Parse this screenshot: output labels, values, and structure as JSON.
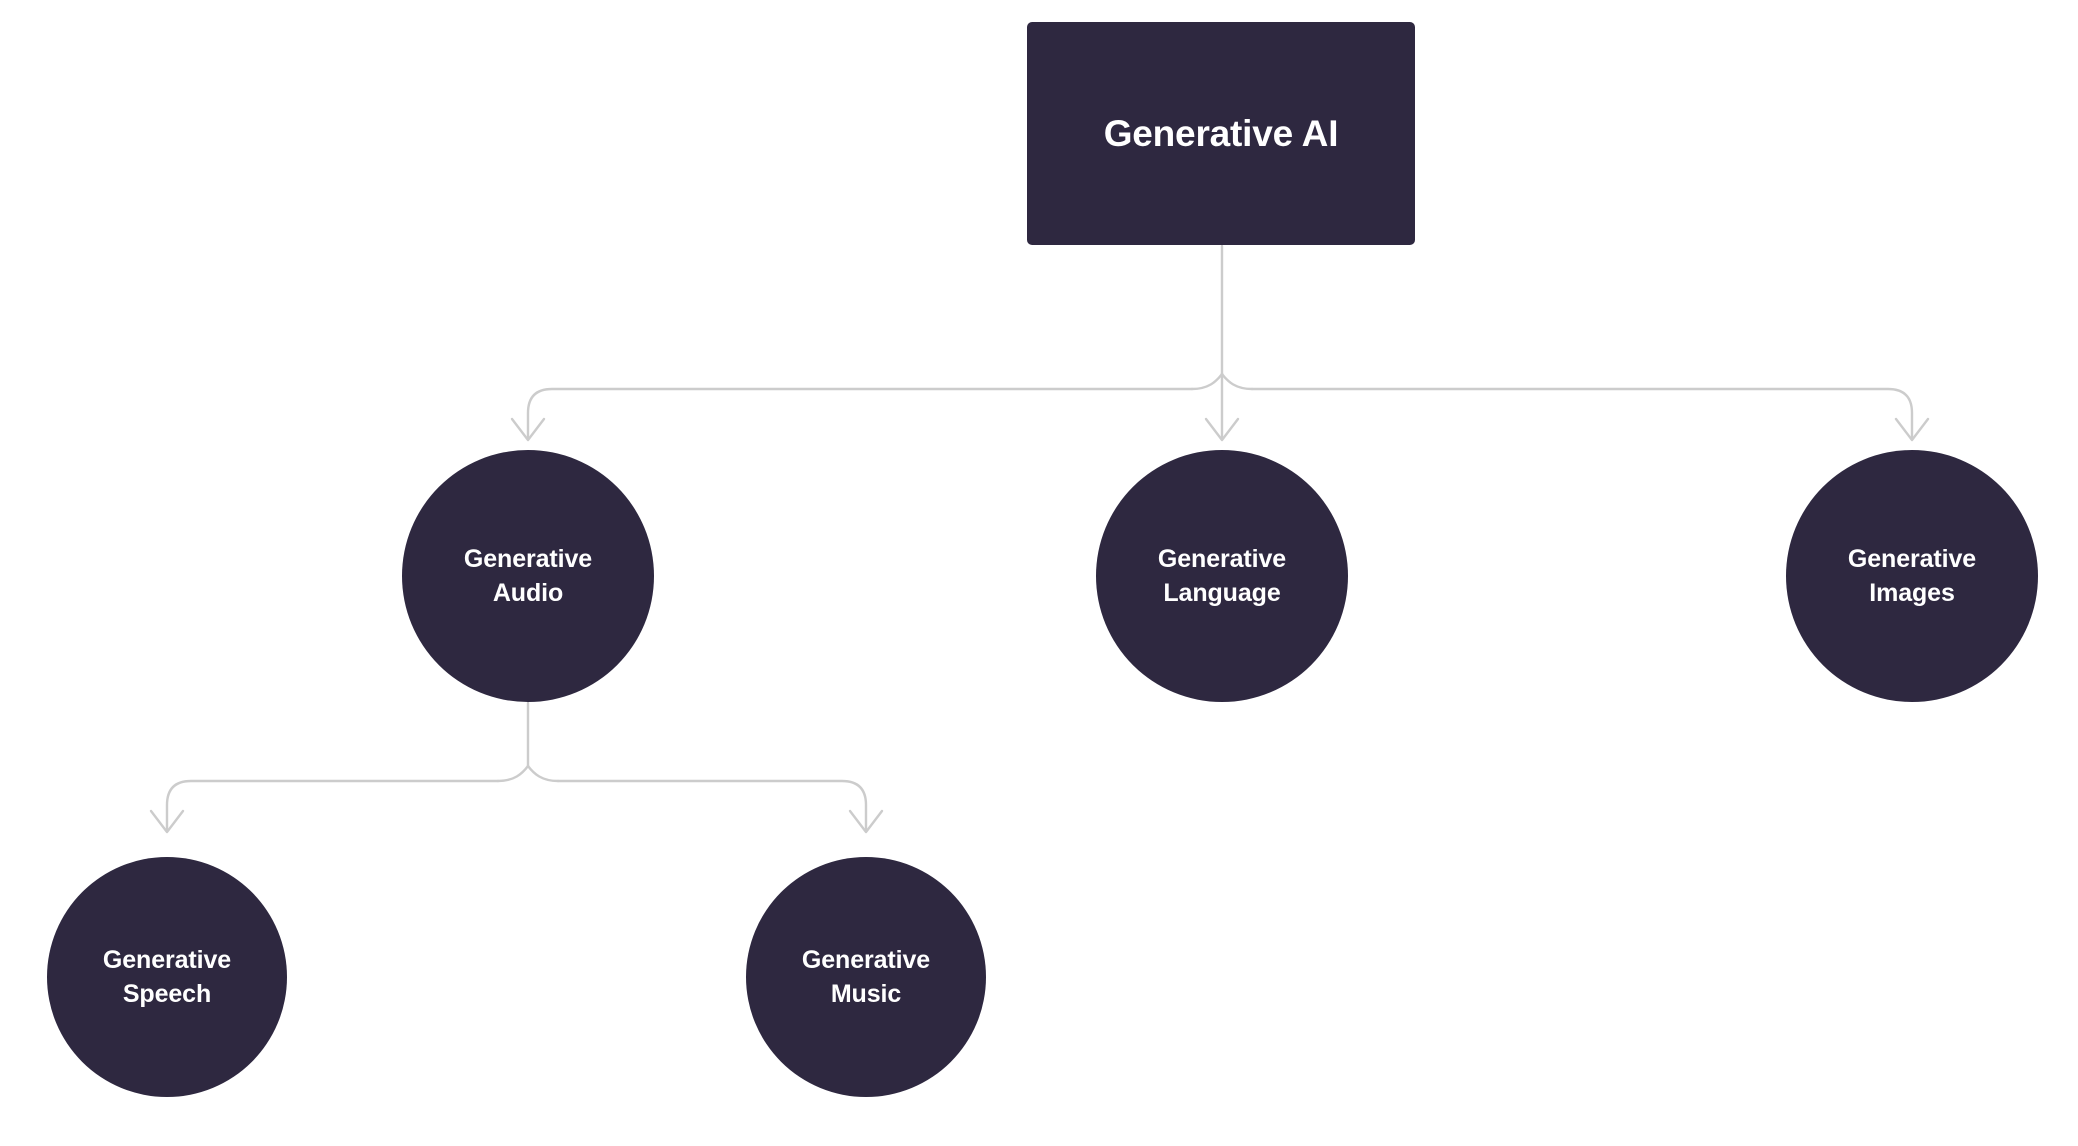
{
  "diagram": {
    "title": "Generative AI",
    "background_color": "#ffffff",
    "node_color": "#2e2840",
    "node_text_color": "#ffffff",
    "edge_color": "#cccccc",
    "root": {
      "label": "Generative AI",
      "shape": "rounded-rectangle"
    },
    "level1": [
      {
        "label": "Generative\nAudio",
        "shape": "circle"
      },
      {
        "label": "Generative\nLanguage",
        "shape": "circle"
      },
      {
        "label": "Generative\nImages",
        "shape": "circle"
      }
    ],
    "level2": [
      {
        "label": "Generative\nSpeech",
        "shape": "circle"
      },
      {
        "label": "Generative\nMusic",
        "shape": "circle"
      }
    ]
  }
}
